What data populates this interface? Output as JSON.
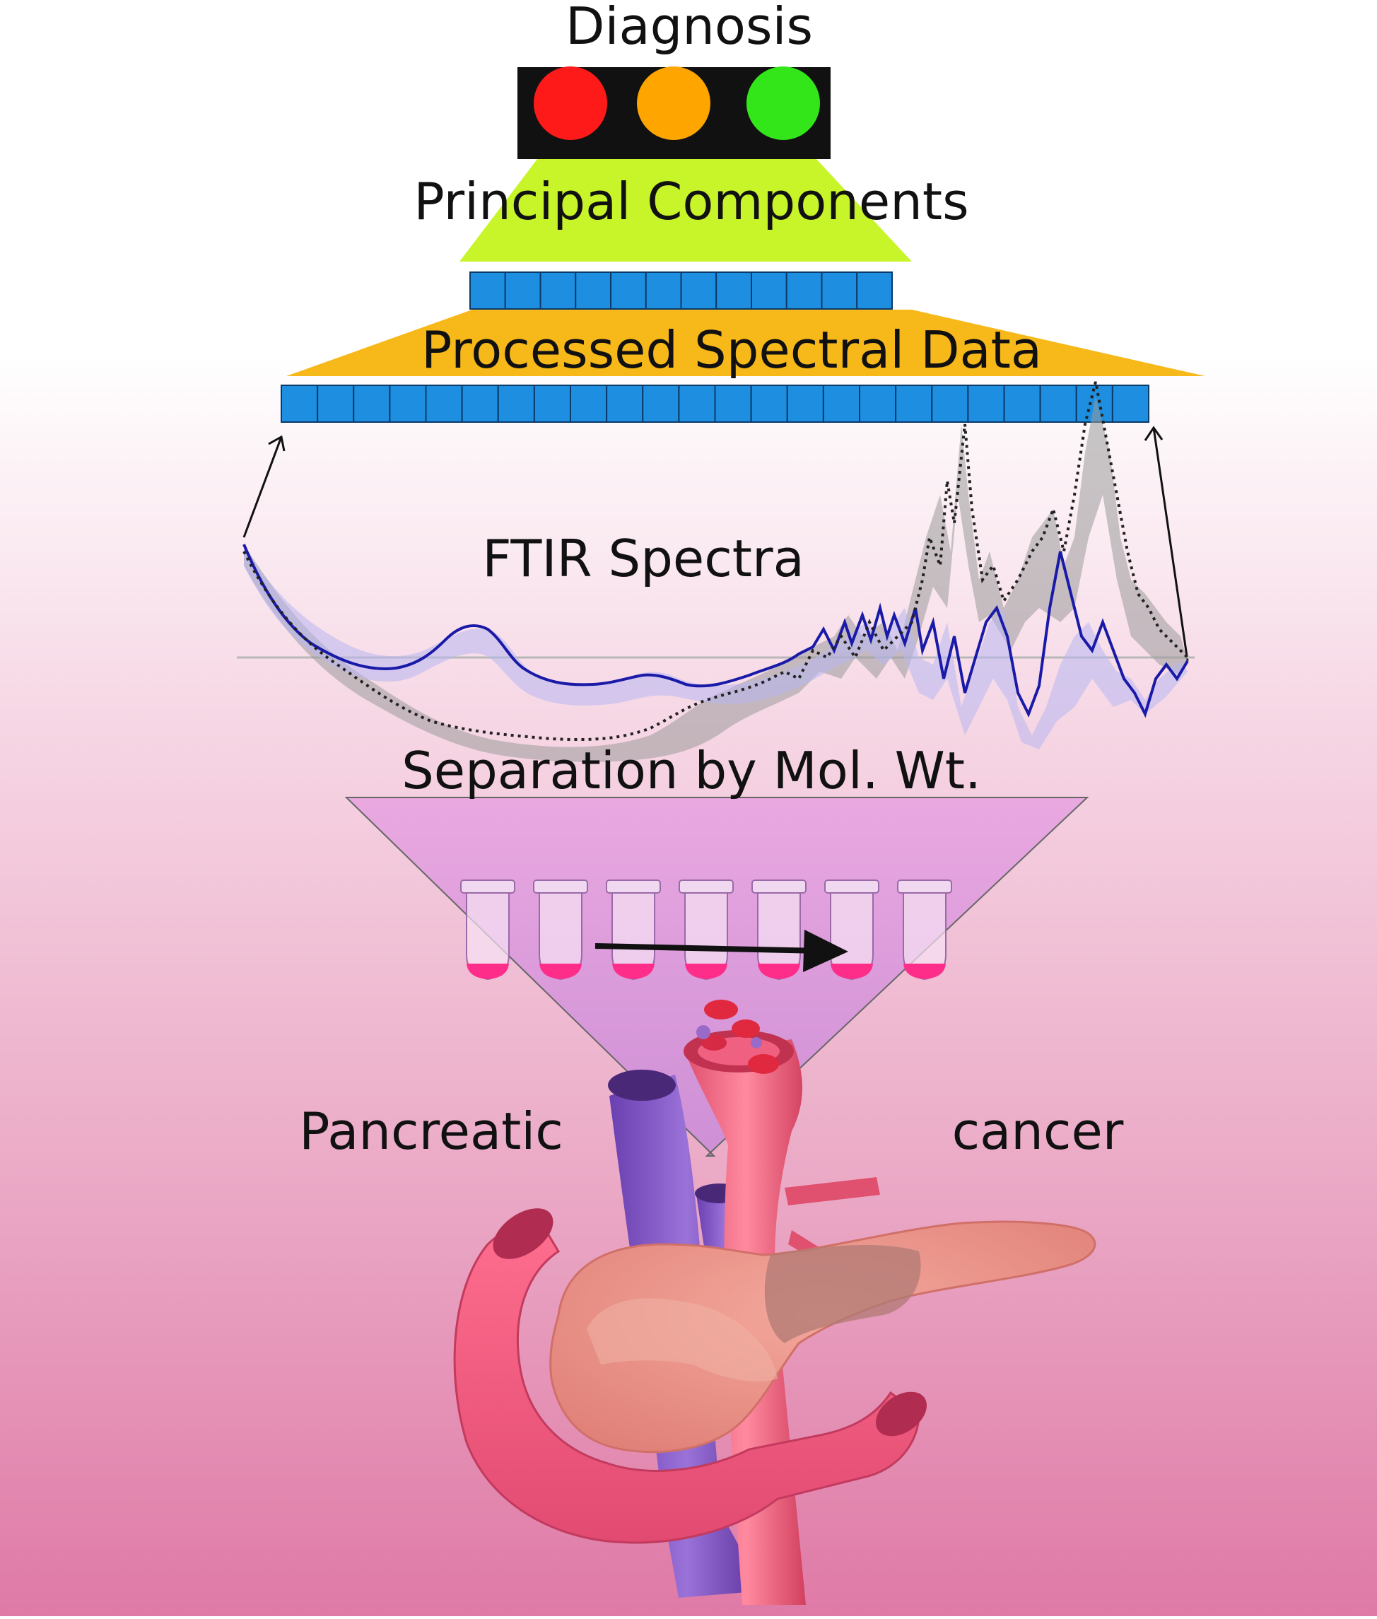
{
  "labels": {
    "diagnosis": "Diagnosis",
    "principal_components": "Principal Components",
    "processed_spectral_data": "Processed Spectral Data",
    "ftir_spectra": "FTIR Spectra",
    "separation": "Separation by Mol. Wt.",
    "pancreatic": "Pancreatic",
    "cancer": "cancer"
  },
  "traffic_light": {
    "colors": [
      "#ff1a1a",
      "#ffa500",
      "#33e61a"
    ],
    "housing_color": "#111111"
  },
  "colors": {
    "principal_trapezoid": "#c8f52a",
    "processed_trapezoid": "#f7b81a",
    "cell_fill": "#1e8fe0",
    "cell_stroke": "#0a3a6a",
    "background_top": "#ffffff",
    "background_bottom": "#e07aa6",
    "spectrum_blue": "#1a1aa8",
    "spectrum_dark": "#222222",
    "tube_liquid": "#ff2d8a"
  },
  "pc_cells": 12,
  "spectral_cells": 24,
  "tubes": 7
}
